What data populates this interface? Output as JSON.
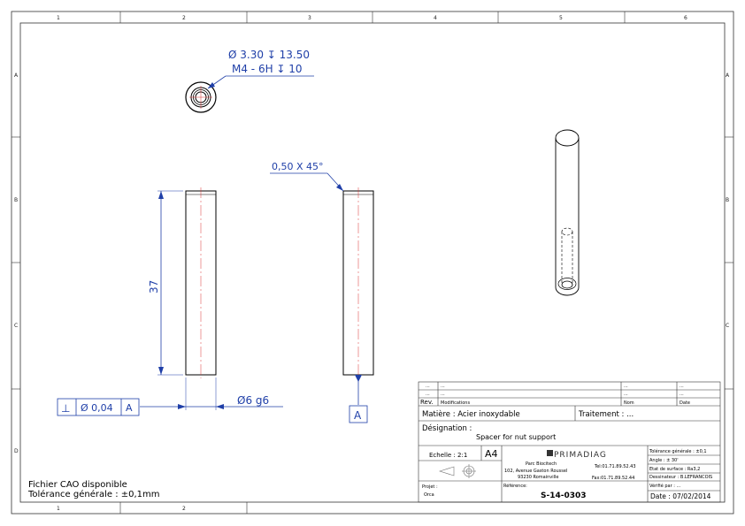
{
  "zones": {
    "columns_top": [
      "1",
      "2",
      "3",
      "4",
      "5",
      "6"
    ],
    "columns_bottom": [
      "1",
      "2"
    ],
    "rows": [
      "A",
      "B",
      "C",
      "D"
    ]
  },
  "annotations": {
    "hole_diameter": "Ø 3.30 ↧ 13.50",
    "thread": "M4 - 6H ↧ 10",
    "chamfer": "0,50 X 45°",
    "length": "37",
    "shaft_diameter": "Ø6 g6",
    "perp_symbol": "⊥",
    "perp_tolerance": "Ø 0,04",
    "perp_datum": "A",
    "datum_label": "A"
  },
  "notes": {
    "cad": "Fichier CAO disponible",
    "tolerance": "Tolérance générale : ±0,1mm"
  },
  "title_block": {
    "revisions": [
      {
        "rev": "...",
        "mod": "...",
        "nom": "...",
        "date": "..."
      },
      {
        "rev": "...",
        "mod": "...",
        "nom": "...",
        "date": "..."
      }
    ],
    "rev_header": "Rev.",
    "mod_header": "Modifications",
    "nom_header": "Nom",
    "date_header": "Date",
    "material": "Matière : Acier inoxydable",
    "treatment": "Traitement : ...",
    "designation_label": "Désignation :",
    "designation": "Spacer for nut support",
    "scale": "Echelle : 2:1",
    "format": "A4",
    "company": "PRIMADIAG",
    "address_1": "Parc Biocitech",
    "address_2": "102, Avenue Gaston Roussel",
    "address_3": "93230 Romainville",
    "tel": "Tel:01.71.89.52.43",
    "fax": "Fax:01.71.89.52.44",
    "tol_general": "Tolérance générale : ±0,1",
    "angle": "Angle : ± 30'",
    "surface": "Etat de surface : Ra3,2",
    "designer": "Dessinateur : B.LEFRANCOIS",
    "verified": "Vérifié par : ...",
    "project_label": "Projet :",
    "project": "Orca",
    "reference_label": "Référence:",
    "reference": "S-14-0303",
    "date": "Date : 07/02/2014"
  }
}
